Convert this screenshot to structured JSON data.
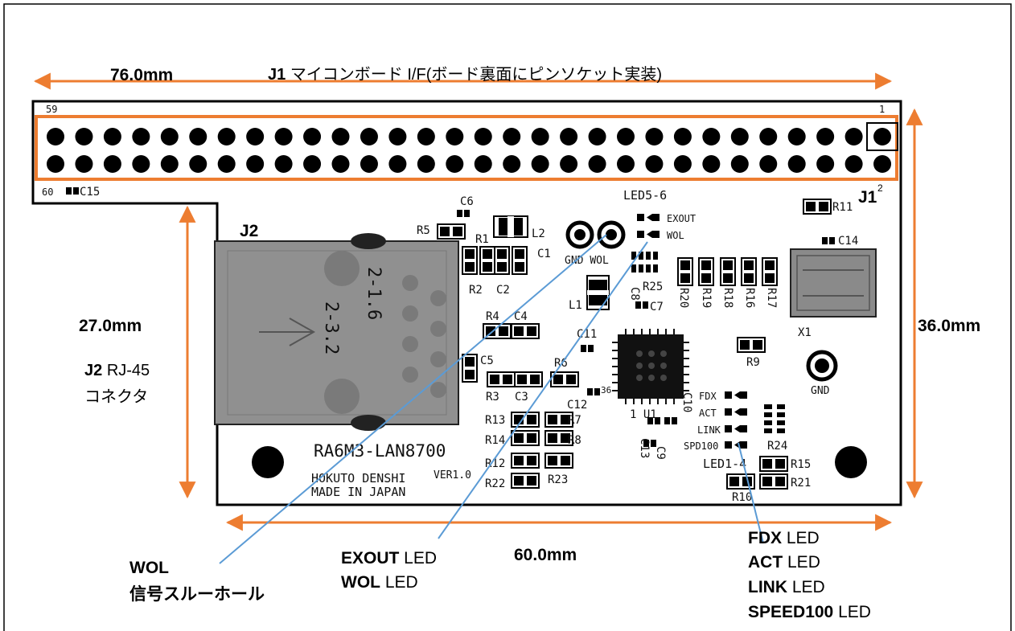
{
  "header": {
    "width_dim": "76.0mm",
    "j1_ref": "J1",
    "j1_desc": "マイコンボード I/F(ボード裏面にピンソケット実装)"
  },
  "dims": {
    "height_j2": "27.0mm",
    "height_board": "36.0mm",
    "width_bottom": "60.0mm"
  },
  "j2_label": {
    "ref": "J2",
    "desc1": "RJ-45",
    "desc2": "コネクタ"
  },
  "board": {
    "pin_first": "1",
    "pin_last_top": "59",
    "pin_last_bottom": "60",
    "j1_mark": "J1",
    "j1_sup": "2",
    "j2_mark": "J2",
    "jack_text1": "2-1.6",
    "jack_text2": "2-3.2",
    "model": "RA6M3-LAN8700",
    "version": "VER1.0",
    "maker1": "HOKUTO DENSHI",
    "maker2": "MADE IN JAPAN",
    "led56": "LED5-6",
    "exout": "EXOUT",
    "wol": "WOL",
    "gnd": "GND",
    "gnd2": "GND",
    "fdx": "FDX",
    "act": "ACT",
    "link": "LINK",
    "spd100": "SPD100",
    "led14": "LED1-4",
    "u1": "1 U1",
    "pin36": "36",
    "x1": "X1",
    "parts": {
      "c15": "C15",
      "c6": "C6",
      "r5": "R5",
      "r1": "R1",
      "l2": "L2",
      "c1": "C1",
      "r2": "R2",
      "c2": "C2",
      "r25": "R25",
      "l1": "L1",
      "c8": "C8",
      "c7": "C7",
      "r20": "R20",
      "r19": "R19",
      "r18": "R18",
      "r16": "R16",
      "r17": "R17",
      "r11": "R11",
      "c14": "C14",
      "r4": "R4",
      "c4": "C4",
      "c11": "C11",
      "c5": "C5",
      "r6": "R6",
      "r3": "R3",
      "c3": "C3",
      "c12": "C12",
      "r9": "R9",
      "c10": "C10",
      "r13": "R13",
      "r7": "R7",
      "r14": "R14",
      "r8": "R8",
      "r12": "R12",
      "r22": "R22",
      "r23": "R23",
      "c13": "C13",
      "c9": "C9",
      "r24": "R24",
      "r15": "R15",
      "r21": "R21",
      "r10": "R10"
    }
  },
  "callouts": {
    "wol_sig1": "WOL",
    "wol_sig2": "信号スルーホール",
    "exout_b": "EXOUT",
    "exout_t": " LED",
    "wol_b": "WOL",
    "wol_t": " LED",
    "fdx_b": "FDX",
    "fdx_t": " LED",
    "act_b": "ACT",
    "act_t": " LED",
    "link_b": "LINK",
    "link_t": " LED",
    "speed_b": "SPEED100",
    "speed_t": " LED"
  },
  "colors": {
    "dimension": "#ED7D31",
    "leader": "#5B9BD5",
    "board": "#000000"
  }
}
